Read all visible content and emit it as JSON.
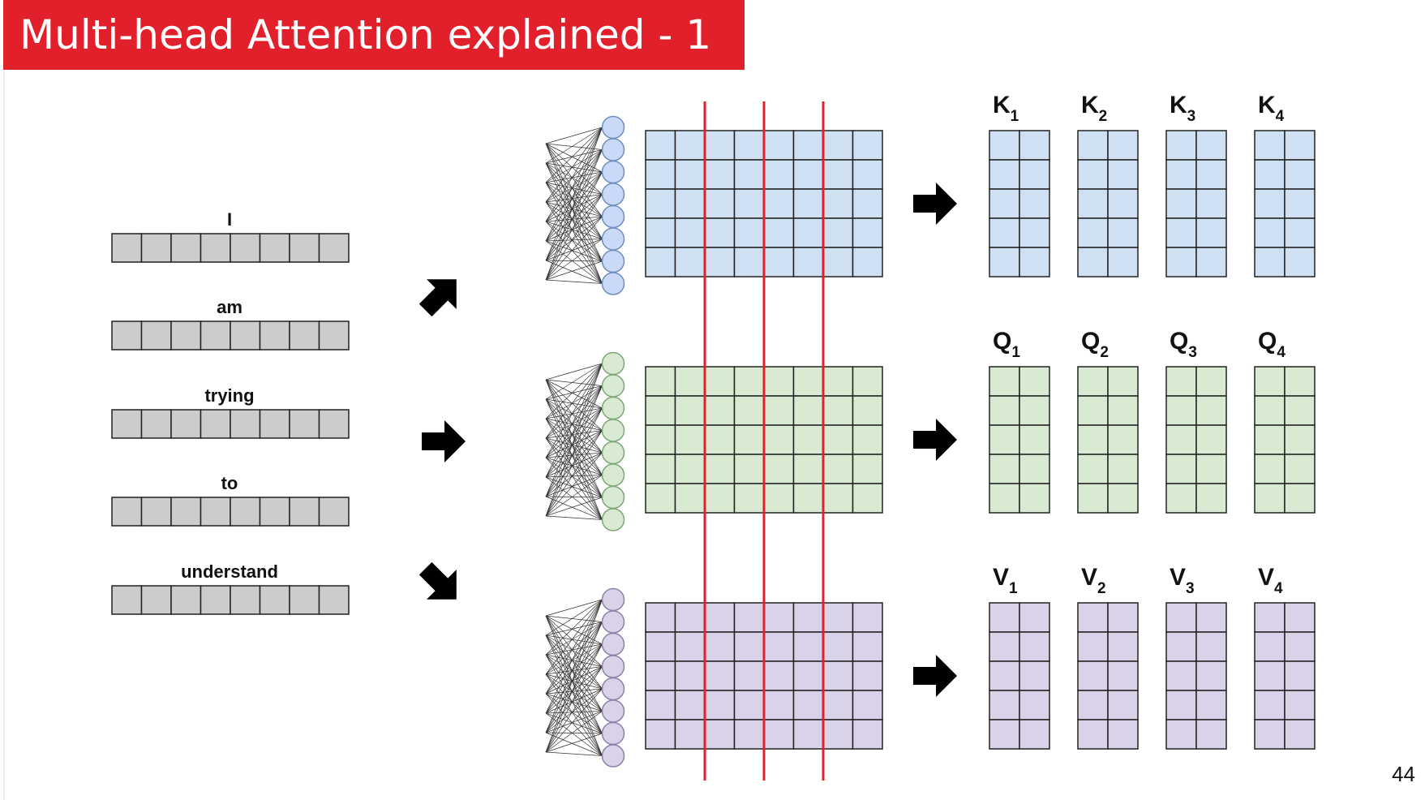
{
  "title": "Multi-head Attention explained - 1",
  "page_number": "44",
  "words": [
    "I",
    "am",
    "trying",
    "to",
    "understand"
  ],
  "embedding_cells": 8,
  "projection_grid": {
    "rows": 5,
    "cols": 8
  },
  "head_grid": {
    "rows": 5,
    "cols": 2
  },
  "neurons_per_layer": 8,
  "heads": 4,
  "head_split_lines": 3,
  "projections": [
    {
      "name": "K",
      "fill": "#cfe0f3",
      "neuron_fill": "#c9daf8",
      "neuron_stroke": "#6f8fbf",
      "heads": [
        {
          "letter": "K",
          "sub": "1"
        },
        {
          "letter": "K",
          "sub": "2"
        },
        {
          "letter": "K",
          "sub": "3"
        },
        {
          "letter": "K",
          "sub": "4"
        }
      ]
    },
    {
      "name": "Q",
      "fill": "#d9ead3",
      "neuron_fill": "#d9ead3",
      "neuron_stroke": "#7fa878",
      "heads": [
        {
          "letter": "Q",
          "sub": "1"
        },
        {
          "letter": "Q",
          "sub": "2"
        },
        {
          "letter": "Q",
          "sub": "3"
        },
        {
          "letter": "Q",
          "sub": "4"
        }
      ]
    },
    {
      "name": "V",
      "fill": "#d9d2e9",
      "neuron_fill": "#d9d2e9",
      "neuron_stroke": "#8d82a8",
      "heads": [
        {
          "letter": "V",
          "sub": "1"
        },
        {
          "letter": "V",
          "sub": "2"
        },
        {
          "letter": "V",
          "sub": "3"
        },
        {
          "letter": "V",
          "sub": "4"
        }
      ]
    }
  ],
  "colors": {
    "banner": "#e2202b",
    "embedding_fill": "#cccccc",
    "split_line": "#e2202b",
    "arrow": "#000000",
    "grid_stroke": "#222222"
  },
  "arrows": [
    "arrow-up-right-icon",
    "arrow-right-icon",
    "arrow-down-right-icon",
    "arrow-right-icon"
  ]
}
